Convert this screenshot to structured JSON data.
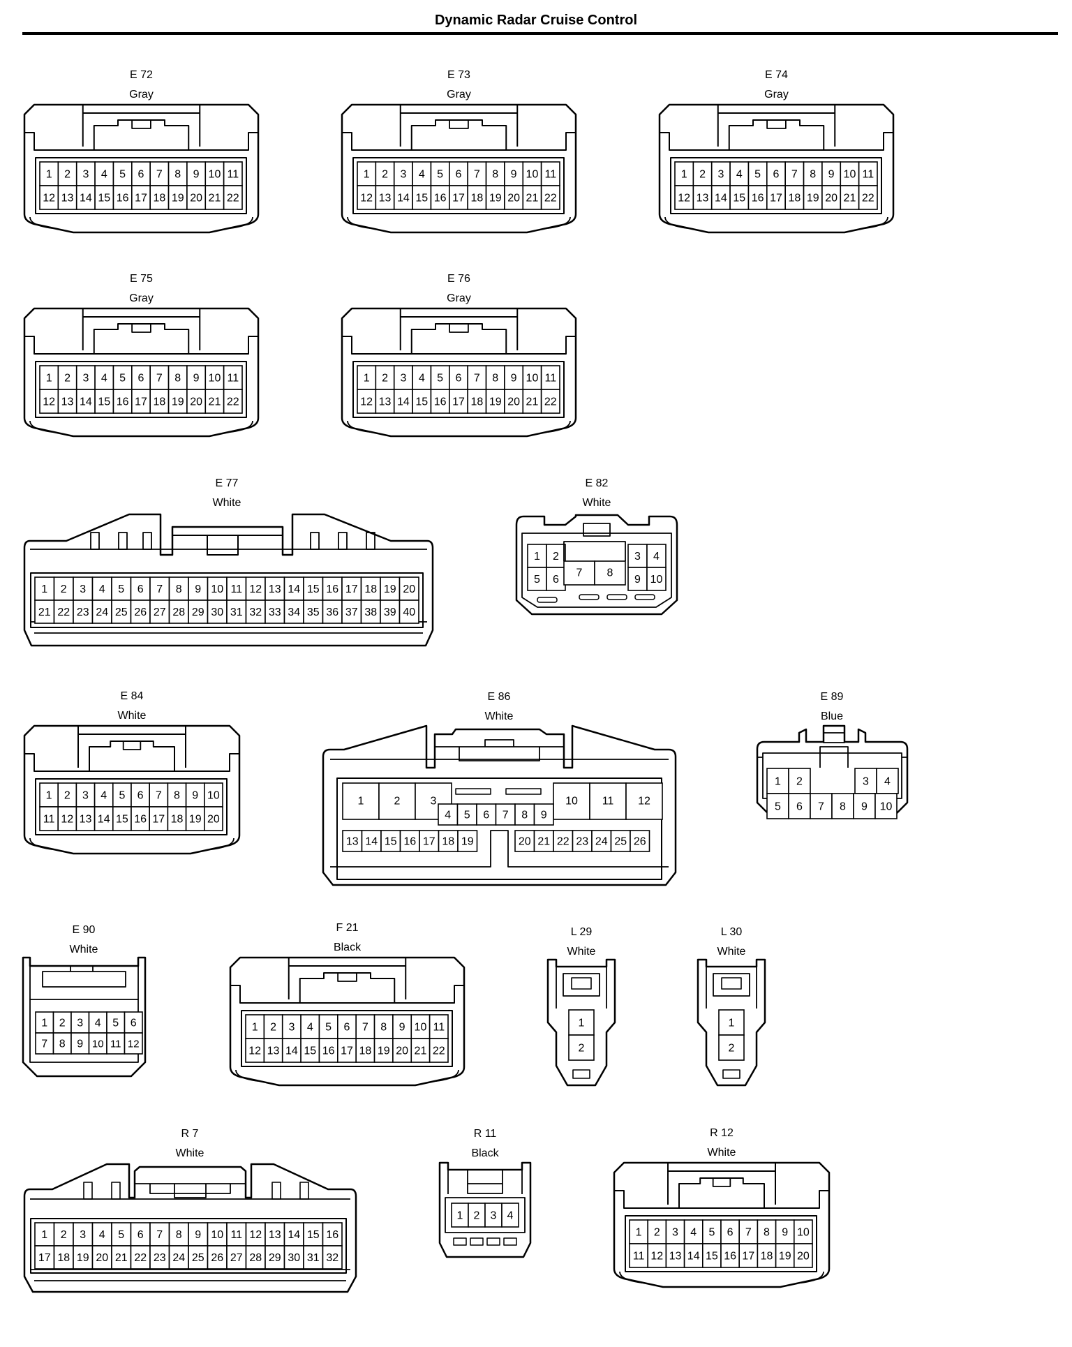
{
  "page": {
    "title": "Dynamic Radar Cruise Control"
  },
  "connectors": [
    {
      "id": "E 72",
      "color": "Gray",
      "rows": [
        [
          1,
          2,
          3,
          4,
          5,
          6,
          7,
          8,
          9,
          10,
          11
        ],
        [
          12,
          13,
          14,
          15,
          16,
          17,
          18,
          19,
          20,
          21,
          22
        ]
      ]
    },
    {
      "id": "E 73",
      "color": "Gray",
      "rows": [
        [
          1,
          2,
          3,
          4,
          5,
          6,
          7,
          8,
          9,
          10,
          11
        ],
        [
          12,
          13,
          14,
          15,
          16,
          17,
          18,
          19,
          20,
          21,
          22
        ]
      ]
    },
    {
      "id": "E 74",
      "color": "Gray",
      "rows": [
        [
          1,
          2,
          3,
          4,
          5,
          6,
          7,
          8,
          9,
          10,
          11
        ],
        [
          12,
          13,
          14,
          15,
          16,
          17,
          18,
          19,
          20,
          21,
          22
        ]
      ]
    },
    {
      "id": "E 75",
      "color": "Gray",
      "rows": [
        [
          1,
          2,
          3,
          4,
          5,
          6,
          7,
          8,
          9,
          10,
          11
        ],
        [
          12,
          13,
          14,
          15,
          16,
          17,
          18,
          19,
          20,
          21,
          22
        ]
      ]
    },
    {
      "id": "E 76",
      "color": "Gray",
      "rows": [
        [
          1,
          2,
          3,
          4,
          5,
          6,
          7,
          8,
          9,
          10,
          11
        ],
        [
          12,
          13,
          14,
          15,
          16,
          17,
          18,
          19,
          20,
          21,
          22
        ]
      ]
    },
    {
      "id": "E 77",
      "color": "White",
      "rows": [
        [
          1,
          2,
          3,
          4,
          5,
          6,
          7,
          8,
          9,
          10,
          11,
          12,
          13,
          14,
          15,
          16,
          17,
          18,
          19,
          20
        ],
        [
          21,
          22,
          23,
          24,
          25,
          26,
          27,
          28,
          29,
          30,
          31,
          32,
          33,
          34,
          35,
          36,
          37,
          38,
          39,
          40
        ]
      ]
    },
    {
      "id": "E 82",
      "color": "White",
      "rows": [
        [
          1,
          2,
          3,
          4
        ],
        [
          5,
          6,
          7,
          8,
          9,
          10
        ]
      ]
    },
    {
      "id": "E 84",
      "color": "White",
      "rows": [
        [
          1,
          2,
          3,
          4,
          5,
          6,
          7,
          8,
          9,
          10
        ],
        [
          11,
          12,
          13,
          14,
          15,
          16,
          17,
          18,
          19,
          20
        ]
      ]
    },
    {
      "id": "E 86",
      "color": "White",
      "rows": [
        [
          1,
          2,
          3,
          10,
          11,
          12
        ],
        [
          4,
          5,
          6,
          7,
          8,
          9
        ],
        [
          13,
          14,
          15,
          16,
          17,
          18,
          19,
          20,
          21,
          22,
          23,
          24,
          25,
          26
        ]
      ]
    },
    {
      "id": "E 89",
      "color": "Blue",
      "rows": [
        [
          1,
          2,
          3,
          4
        ],
        [
          5,
          6,
          7,
          8,
          9,
          10
        ]
      ]
    },
    {
      "id": "E 90",
      "color": "White",
      "rows": [
        [
          1,
          2,
          3,
          4,
          5,
          6
        ],
        [
          7,
          8,
          9,
          10,
          11,
          12
        ]
      ]
    },
    {
      "id": "F 21",
      "color": "Black",
      "rows": [
        [
          1,
          2,
          3,
          4,
          5,
          6,
          7,
          8,
          9,
          10,
          11
        ],
        [
          12,
          13,
          14,
          15,
          16,
          17,
          18,
          19,
          20,
          21,
          22
        ]
      ]
    },
    {
      "id": "L 29",
      "color": "White",
      "rows": [
        [
          1
        ],
        [
          2
        ]
      ]
    },
    {
      "id": "L 30",
      "color": "White",
      "rows": [
        [
          1
        ],
        [
          2
        ]
      ]
    },
    {
      "id": "R 7",
      "color": "White",
      "rows": [
        [
          1,
          2,
          3,
          4,
          5,
          6,
          7,
          8,
          9,
          10,
          11,
          12,
          13,
          14,
          15,
          16
        ],
        [
          17,
          18,
          19,
          20,
          21,
          22,
          23,
          24,
          25,
          26,
          27,
          28,
          29,
          30,
          31,
          32
        ]
      ]
    },
    {
      "id": "R 11",
      "color": "Black",
      "rows": [
        [
          1,
          2,
          3,
          4
        ]
      ]
    },
    {
      "id": "R 12",
      "color": "White",
      "rows": [
        [
          1,
          2,
          3,
          4,
          5,
          6,
          7,
          8,
          9,
          10
        ],
        [
          11,
          12,
          13,
          14,
          15,
          16,
          17,
          18,
          19,
          20
        ]
      ]
    }
  ]
}
